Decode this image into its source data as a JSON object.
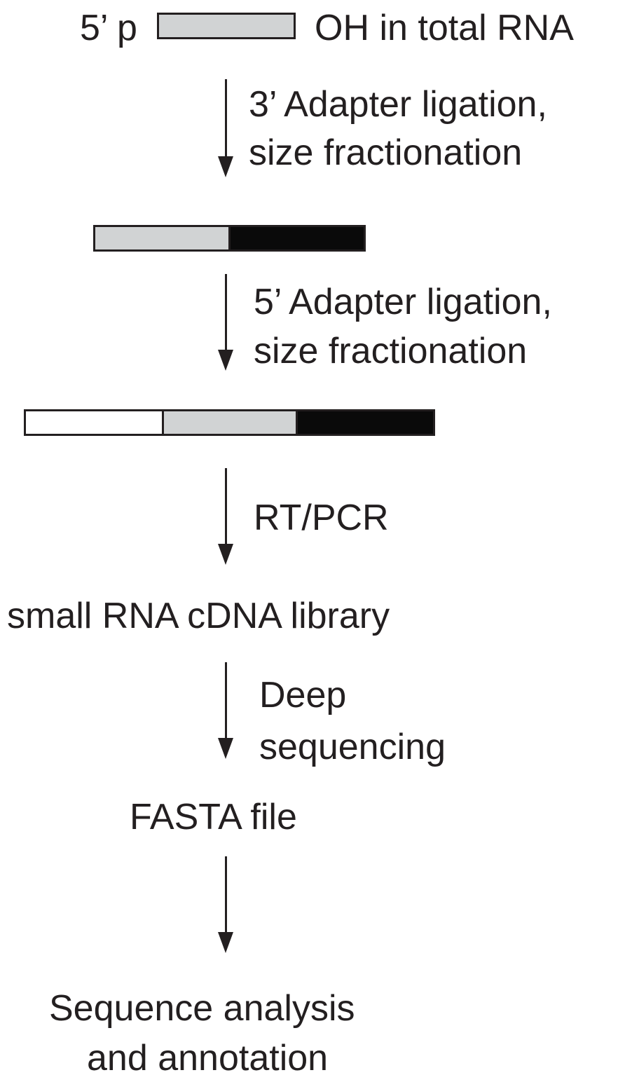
{
  "colors": {
    "ink": "#231f20",
    "small_rna": "#d1d3d4",
    "adapter_3prime": "#0a0a0a",
    "adapter_5prime": "#ffffff"
  },
  "start": {
    "prefix": "5’ p",
    "suffix": "OH in total RNA"
  },
  "steps": [
    {
      "line1": "3’ Adapter ligation,",
      "line2": "size fractionation"
    },
    {
      "line1": "5’ Adapter ligation,",
      "line2": "size fractionation"
    },
    {
      "line1": "RT/PCR"
    },
    {
      "line1": "Deep",
      "line2": "sequencing"
    }
  ],
  "products": {
    "library": "small RNA cDNA library",
    "fasta": "FASTA file",
    "analysis_line1": "Sequence analysis",
    "analysis_line2": "and annotation"
  }
}
